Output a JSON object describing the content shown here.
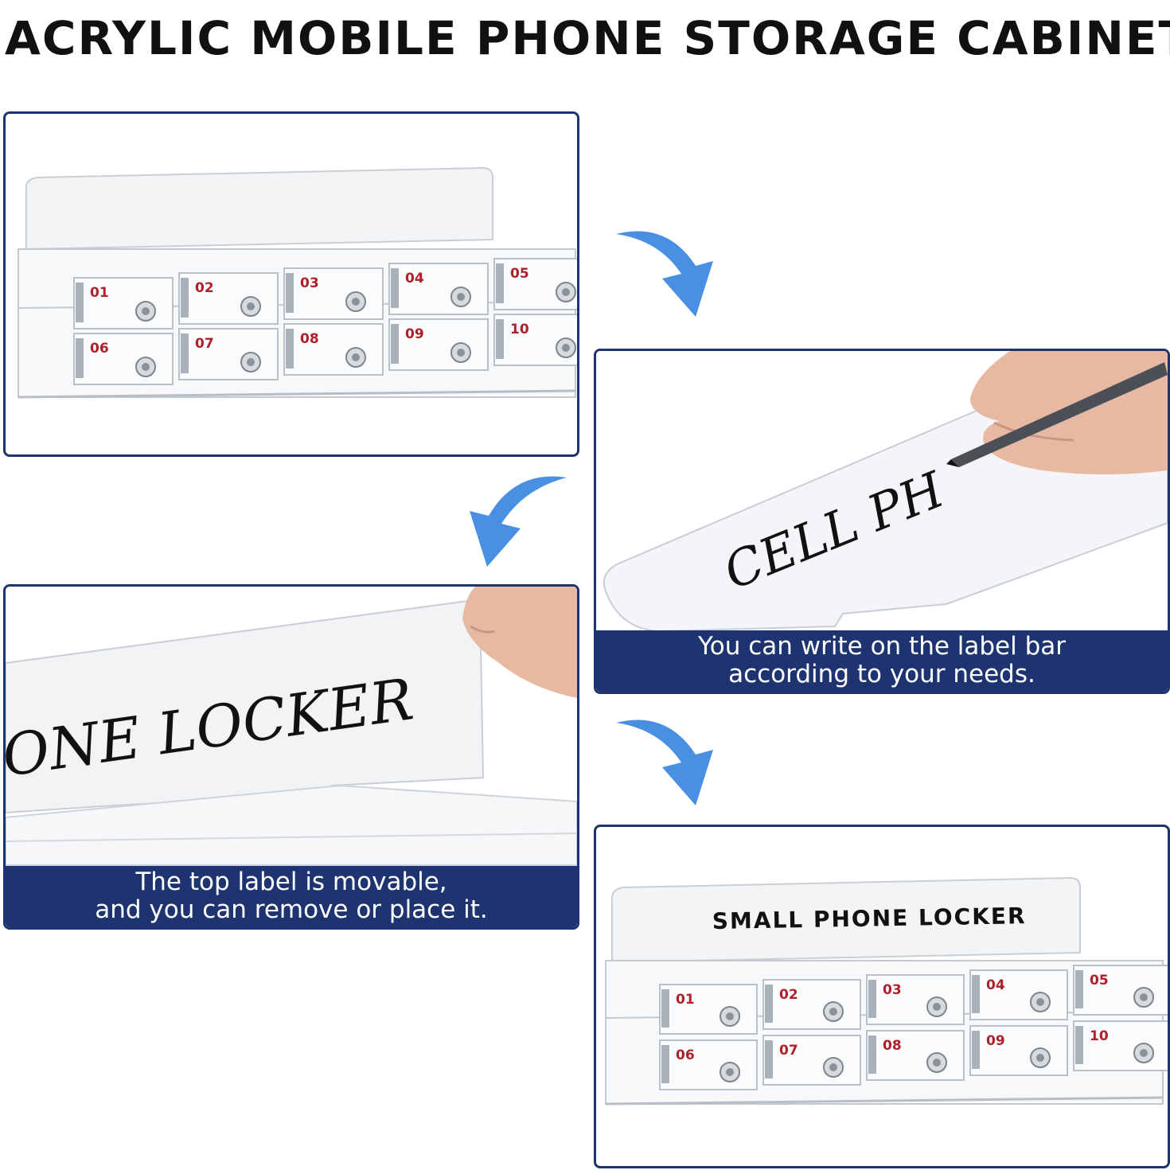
{
  "title": "ACRYLIC MOBILE PHONE STORAGE CABINET",
  "cabinet": {
    "top_row": [
      "01",
      "02",
      "03",
      "04",
      "05"
    ],
    "bottom_row": [
      "06",
      "07",
      "08",
      "09",
      "10"
    ]
  },
  "panel2": {
    "handwriting": "CELL PH",
    "caption_line1": "You can write on the label bar",
    "caption_line2": "according to your needs."
  },
  "panel3": {
    "handwriting": "ONE LOCKER",
    "caption_line1": "The top label is movable,",
    "caption_line2": "and you can remove or place it."
  },
  "panel4": {
    "label": "SMALL PHONE LOCKER"
  },
  "colors": {
    "frame": "#1e3470",
    "arrow": "#4a90e2",
    "number": "#b0202a"
  },
  "icons": [
    "curved-arrow-icon",
    "key-lock-icon",
    "hinge-icon",
    "hand-icon",
    "pen-icon"
  ]
}
